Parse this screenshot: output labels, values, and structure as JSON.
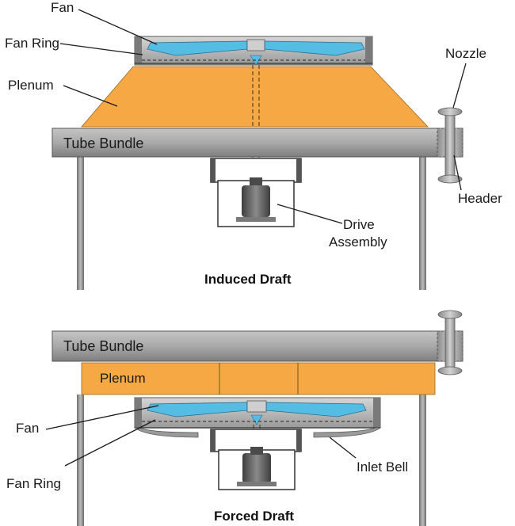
{
  "induced": {
    "labels": {
      "fan": "Fan",
      "fan_ring": "Fan Ring",
      "plenum": "Plenum",
      "nozzle": "Nozzle",
      "tube_bundle": "Tube Bundle",
      "header": "Header",
      "drive_line1": "Drive",
      "drive_line2": "Assembly"
    },
    "title": "Induced Draft"
  },
  "forced": {
    "labels": {
      "tube_bundle": "Tube Bundle",
      "plenum": "Plenum",
      "fan": "Fan",
      "fan_ring": "Fan Ring",
      "inlet_bell": "Inlet Bell"
    },
    "title": "Forced Draft"
  },
  "colors": {
    "plenum": "#f5a843",
    "tube_bundle": "#a3a3a3",
    "fan_blade": "#55bde4",
    "steel": "#8c8c8c",
    "motor": "#5b5b5b"
  }
}
